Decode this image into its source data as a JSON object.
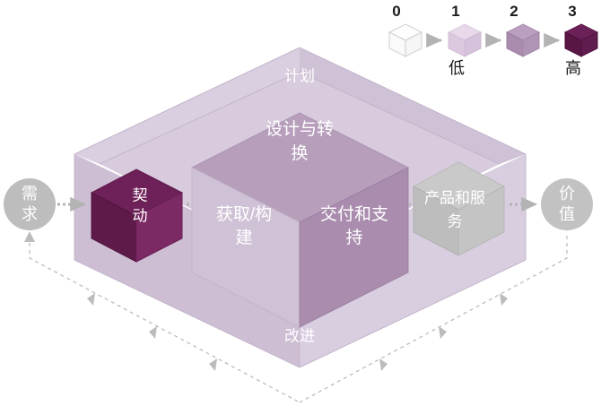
{
  "diagram": {
    "title_text_top": "计划",
    "title_text_bottom": "改进",
    "outer_box": {
      "label_back": "计划",
      "label_front": "改进",
      "fill_top": "#d9cddf",
      "fill_left": "#ded3e3",
      "fill_right": "#cfc0d6"
    },
    "center_cube": {
      "face_top_label": "设计与转换",
      "face_top_label_line1": "设计与转",
      "face_top_label_line2": "换",
      "face_left_label_line1": "获取/构",
      "face_left_label_line2": "建",
      "face_right_label_line1": "交付和支",
      "face_right_label_line2": "持",
      "fill_top": "#b79fbc",
      "fill_left": "#d0c2d6",
      "fill_right": "#a98cae"
    },
    "left_cube": {
      "label_line1": "契",
      "label_line2": "动",
      "fill_top": "#6e2158",
      "fill_left": "#5d1a4a",
      "fill_right": "#7b2a63"
    },
    "right_cube": {
      "label_line1": "产品和服",
      "label_line2": "务",
      "fill_top": "#c9c9c9",
      "fill_left": "#bdbdbd",
      "fill_right": "#c4c4c4"
    },
    "start_node": {
      "label_line1": "需",
      "label_line2": "求",
      "fill": "#bdbdbd"
    },
    "end_node": {
      "label_line1": "价",
      "label_line2": "值",
      "fill": "#c2c2c2"
    },
    "arrow_color": "#b3b3b3",
    "feedback_loop_color": "#bcbcbc"
  },
  "legend": {
    "items": [
      {
        "number": "0",
        "caption": "",
        "fill_top": "#fdfdfd",
        "fill_left": "#f7f7f7",
        "fill_right": "#fafafa",
        "stroke": "#cfcfcf"
      },
      {
        "number": "1",
        "caption": "低",
        "fill_top": "#e7d9ea",
        "fill_left": "#dcc9e0",
        "fill_right": "#d7c2dc",
        "stroke": "#d8c8dc"
      },
      {
        "number": "2",
        "caption": "",
        "fill_top": "#bb9fc1",
        "fill_left": "#a98cae",
        "fill_right": "#b094b5",
        "stroke": "#a98cae"
      },
      {
        "number": "3",
        "caption": "高",
        "fill_top": "#6b2158",
        "fill_left": "#571644",
        "fill_right": "#5f1c4e",
        "stroke": "#571644"
      }
    ],
    "arrow_color": "#bdbdbd",
    "caption_low": "低",
    "caption_high": "高"
  }
}
